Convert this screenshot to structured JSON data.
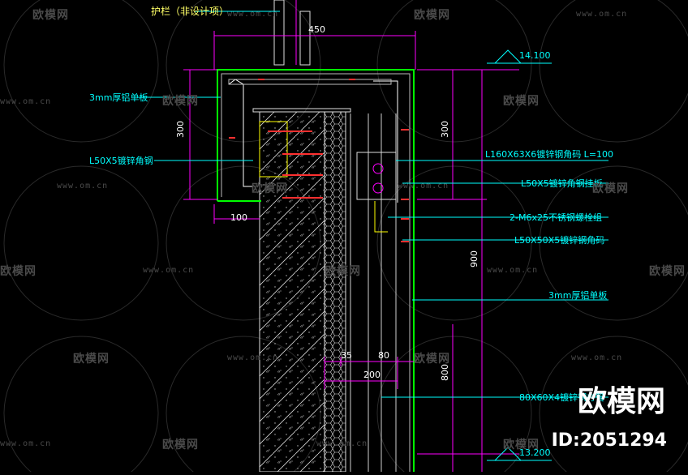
{
  "notes": {
    "railing": "护栏（非设计项）",
    "alu_top": "3mm厚铝单板",
    "steel_angle": "L50X5镀锌角钢",
    "angle_code": "L160X63X6镀锌钢角码 L=100",
    "plate": "L50X5镀锌角钢挂板",
    "bolt": "2-M6x25不锈钢螺栓组",
    "angle_code2": "L50X50X5镀锌钢角码",
    "alu_right": "3mm厚铝单板",
    "tube": "80X60X4镀锌钢方管"
  },
  "dims": {
    "d450": "450",
    "d300_left": "300",
    "d300_right": "300",
    "d100": "100",
    "d900": "900",
    "d800": "800",
    "d35": "35",
    "d80": "80",
    "d200": "200",
    "elev_top": "14.100",
    "elev_bottom": "13.200"
  },
  "watermark": {
    "brand": "欧模网",
    "url": "www.om.cn",
    "id": "ID:2051294"
  },
  "colors": {
    "background": "#000000",
    "magenta": "#ff00ff",
    "cyan": "#00ffff",
    "green": "#00ff00",
    "white": "#ffffff",
    "red": "#ff2020",
    "yellow": "#ffff00"
  }
}
